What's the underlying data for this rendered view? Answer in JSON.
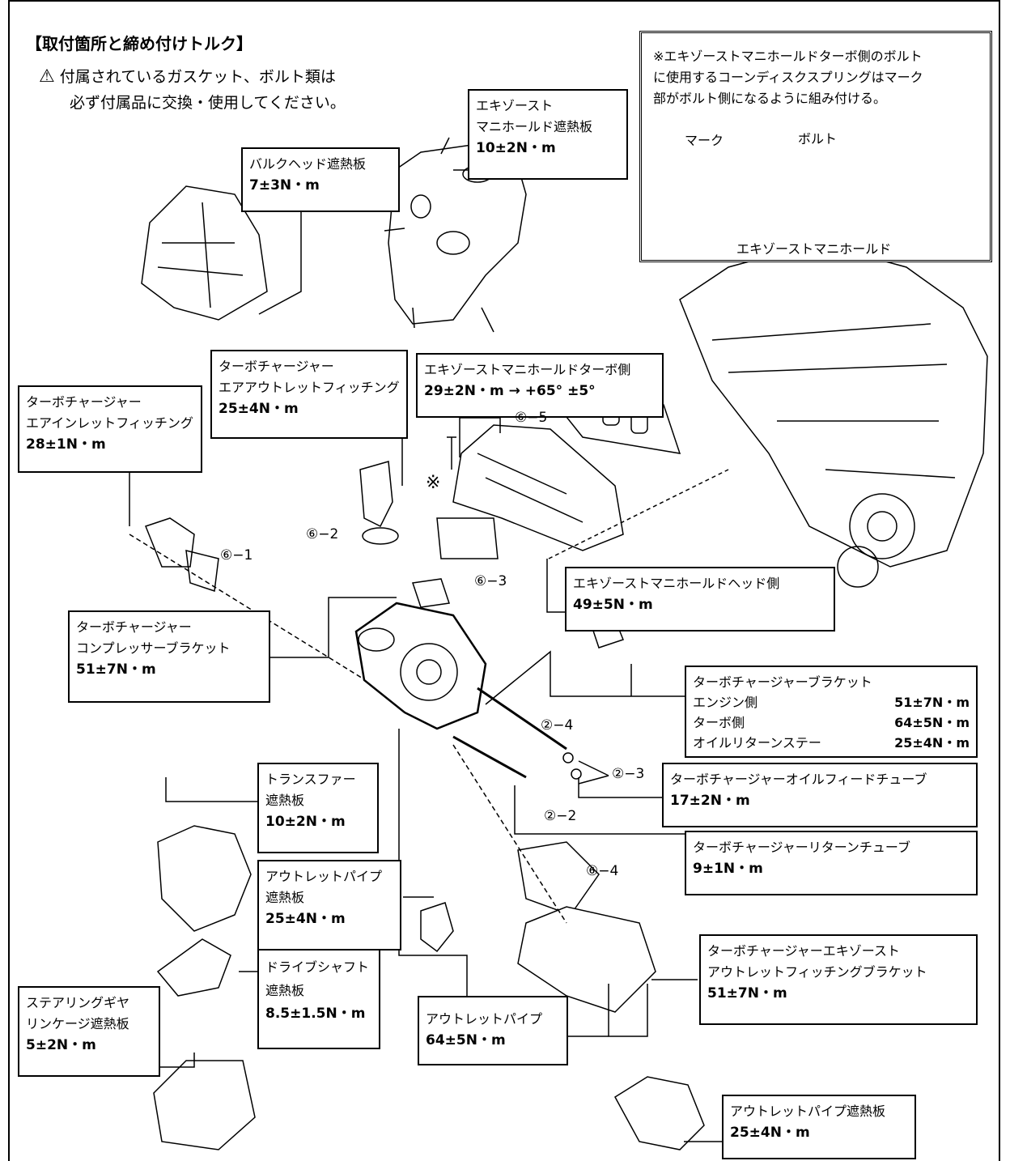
{
  "header": {
    "title": "【取付箇所と締め付けトルク】",
    "warning_line1": "付属されているガスケット、ボルト類は",
    "warning_line2": "必ず付属品に交換・使用してください。"
  },
  "note": {
    "line1": "※エキゾーストマニホールドターボ側のボルト",
    "line2": "に使用するコーンディスクスプリングはマーク",
    "line3": "部がボルト側になるように組み付ける。",
    "mark_label": "マーク",
    "bolt_label": "ボルト",
    "manifold_label": "エキゾーストマニホールド"
  },
  "labels": {
    "exhaust_manifold_heat_plate": {
      "line1": "エキゾースト",
      "line2": "マニホールド遮熱板",
      "torque": "10±2N・m"
    },
    "bulkhead_heat_plate": {
      "line1": "バルクヘッド遮熱板",
      "torque": "7±3N・m"
    },
    "air_outlet_fitting": {
      "line1": "ターボチャージャー",
      "line2": "エアアウトレットフィッチング",
      "torque": "25±4N・m"
    },
    "manifold_turbo_side": {
      "line1": "エキゾーストマニホールドターボ側",
      "torque": "29±2N・m → +65° ±5°"
    },
    "air_inlet_fitting": {
      "line1": "ターボチャージャー",
      "line2": "エアインレットフィッチング",
      "torque": "28±1N・m"
    },
    "manifold_head_side": {
      "line1": "エキゾーストマニホールドヘッド側",
      "torque": "49±5N・m"
    },
    "compressor_bracket": {
      "line1": "ターボチャージャー",
      "line2": "コンプレッサーブラケット",
      "torque": "51±7N・m"
    },
    "turbo_bracket": {
      "line1": "ターボチャージャーブラケット",
      "rows": [
        {
          "name": "エンジン側",
          "torque": "51±7N・m"
        },
        {
          "name": "ターボ側",
          "torque": "64±5N・m"
        },
        {
          "name": "オイルリターンステー",
          "torque": "25±4N・m"
        }
      ]
    },
    "oil_feed_tube": {
      "line1": "ターボチャージャーオイルフィードチューブ",
      "torque": "17±2N・m"
    },
    "transfer_heat_plate": {
      "line1": "トランスファー",
      "line2": "遮熱板",
      "torque": "10±2N・m"
    },
    "return_tube": {
      "line1": "ターボチャージャーリターンチューブ",
      "torque": "9±1N・m"
    },
    "outlet_pipe_heat_plate_1": {
      "line1": "アウトレットパイプ",
      "line2": "遮熱板",
      "torque": "25±4N・m"
    },
    "exhaust_outlet_bracket": {
      "line1": "ターボチャージャーエキゾースト",
      "line2": "アウトレットフィッチングブラケット",
      "torque": "51±7N・m"
    },
    "driveshaft_heat_plate": {
      "line1": "ドライブシャフト",
      "line2": "遮熱板",
      "torque": "8.5±1.5N・m"
    },
    "steering_heat_plate": {
      "line1": "ステアリングギヤ",
      "line2": "リンケージ遮熱板",
      "torque": "5±2N・m"
    },
    "outlet_pipe": {
      "line1": "アウトレットパイプ",
      "torque": "64±5N・m"
    },
    "outlet_pipe_heat_plate_2": {
      "line1": "アウトレットパイプ遮熱板",
      "torque": "25±4N・m"
    }
  },
  "callouts": {
    "c6_5": "⑥−5",
    "c6_1": "⑥−1",
    "c6_2": "⑥−2",
    "c6_3": "⑥−3",
    "c6_4": "⑥−4",
    "c2_4": "②−4",
    "c2_3": "②−3",
    "c2_2": "②−2",
    "asterisk": "※"
  }
}
